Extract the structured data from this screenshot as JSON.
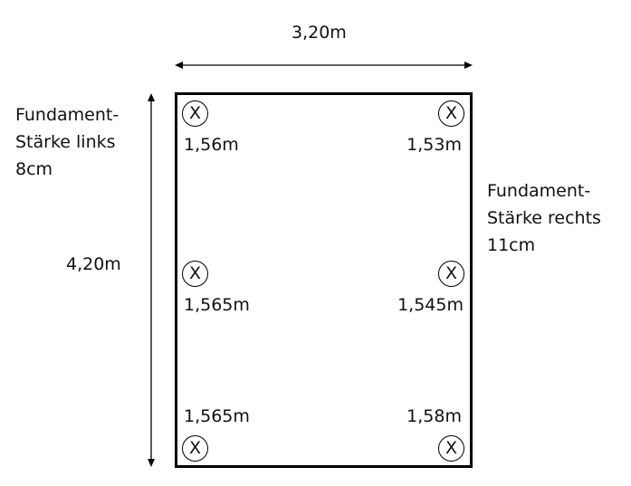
{
  "dimensions": {
    "width_label": "3,20m",
    "height_label": "4,20m"
  },
  "foundation": {
    "left": {
      "line1": "Fundament-",
      "line2": "Stärke links",
      "line3": "8cm"
    },
    "right": {
      "line1": "Fundament-",
      "line2": "Stärke rechts",
      "line3": "11cm"
    }
  },
  "markers": {
    "symbol": "X",
    "top_left": "1,56m",
    "top_right": "1,53m",
    "mid_left": "1,565m",
    "mid_right": "1,545m",
    "bottom_left": "1,565m",
    "bottom_right": "1,58m"
  }
}
